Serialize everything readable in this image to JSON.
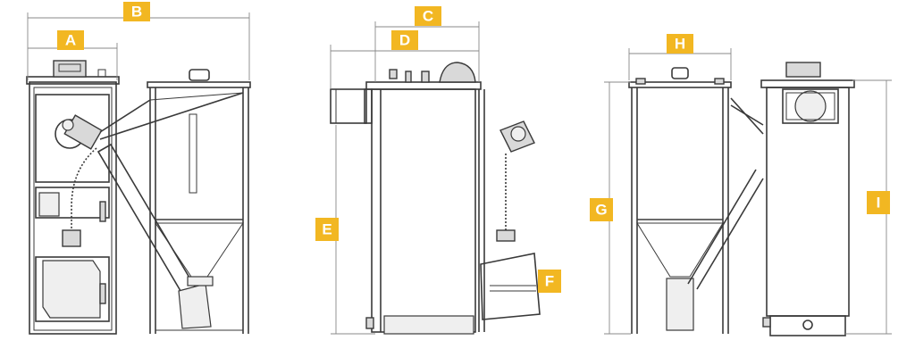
{
  "colors": {
    "label_bg": "#f2b722",
    "label_text": "#ffffff",
    "line": "#3a3a3a",
    "dimension": "#888888"
  },
  "labels": {
    "A": "A",
    "B": "B",
    "C": "C",
    "D": "D",
    "E": "E",
    "F": "F",
    "G": "G",
    "H": "H",
    "I": "I"
  }
}
